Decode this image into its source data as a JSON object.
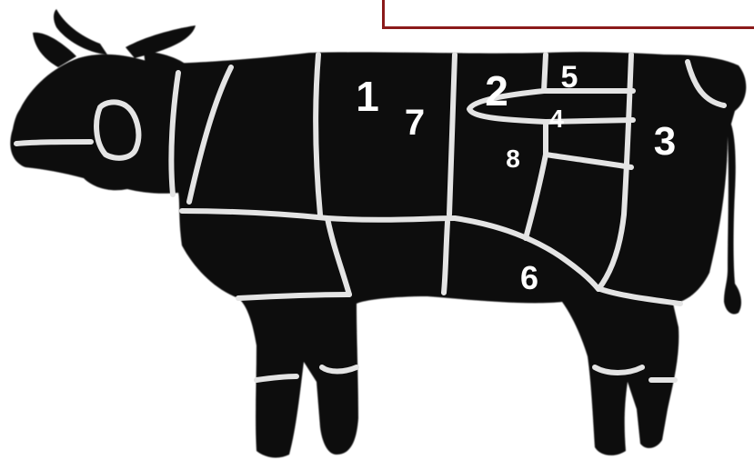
{
  "colors": {
    "silhouette": "#0a0a0a",
    "seams": "#e4e4e4",
    "labels": "#ffffff",
    "frame": "#8b1a1a"
  },
  "labels": {
    "cut_1": "1",
    "cut_2": "2",
    "cut_3": "3",
    "cut_4": "4",
    "cut_5": "5",
    "cut_6": "6",
    "cut_7": "7",
    "cut_8": "8"
  }
}
